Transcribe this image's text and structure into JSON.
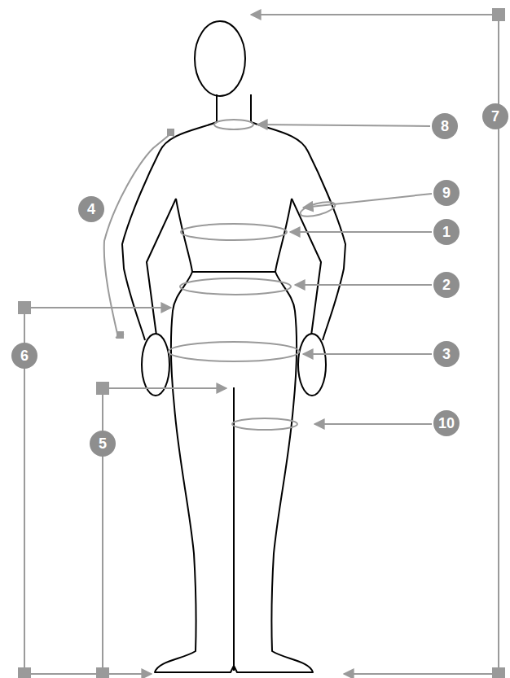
{
  "diagram": {
    "labels": [
      "7",
      "8",
      "9",
      "4",
      "1",
      "2",
      "6",
      "3",
      "10",
      "5"
    ]
  }
}
